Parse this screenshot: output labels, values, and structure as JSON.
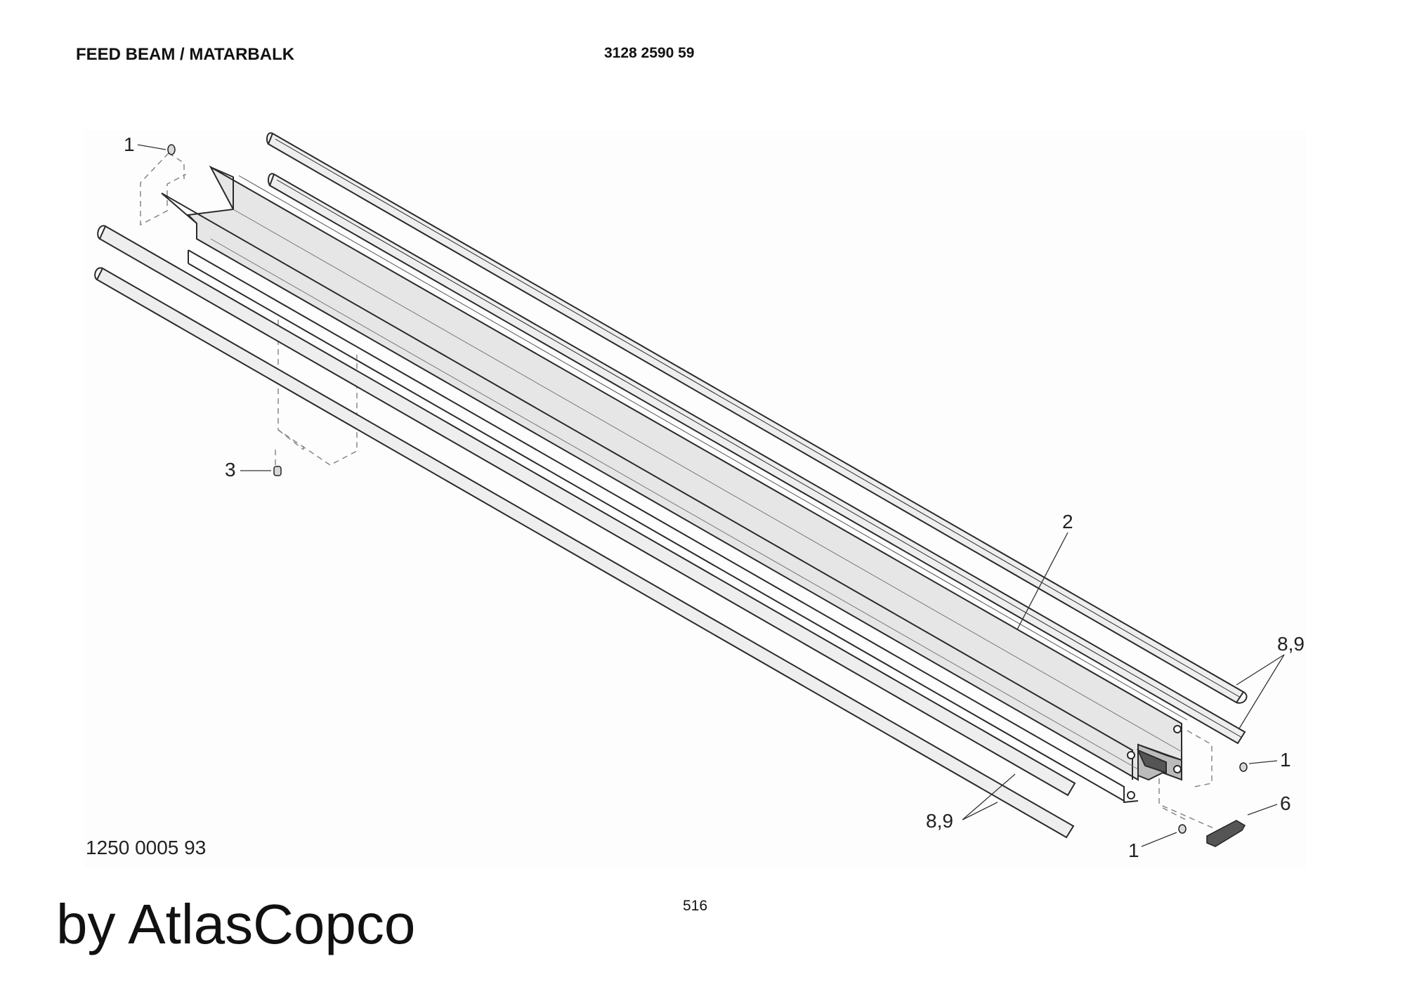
{
  "header": {
    "title": "FEED BEAM / MATARBALK",
    "part_number": "3128 2590 59"
  },
  "drawing": {
    "reference_number": "1250 0005 93",
    "callouts": {
      "c1_top": "1",
      "c3": "3",
      "c2": "2",
      "c89_right": "8,9",
      "c1_right": "1",
      "c6": "6",
      "c89_bottom": "8,9",
      "c1_bottom": "1"
    }
  },
  "footer": {
    "page_number": "516",
    "brand": "by AtlasCopco"
  },
  "colors": {
    "beam_fill": "#e6e6e6",
    "rail_fill": "#eeeeee",
    "stroke": "#2a2a2a",
    "background_panel": "#fdfdfd",
    "end_piece": "#555555"
  }
}
